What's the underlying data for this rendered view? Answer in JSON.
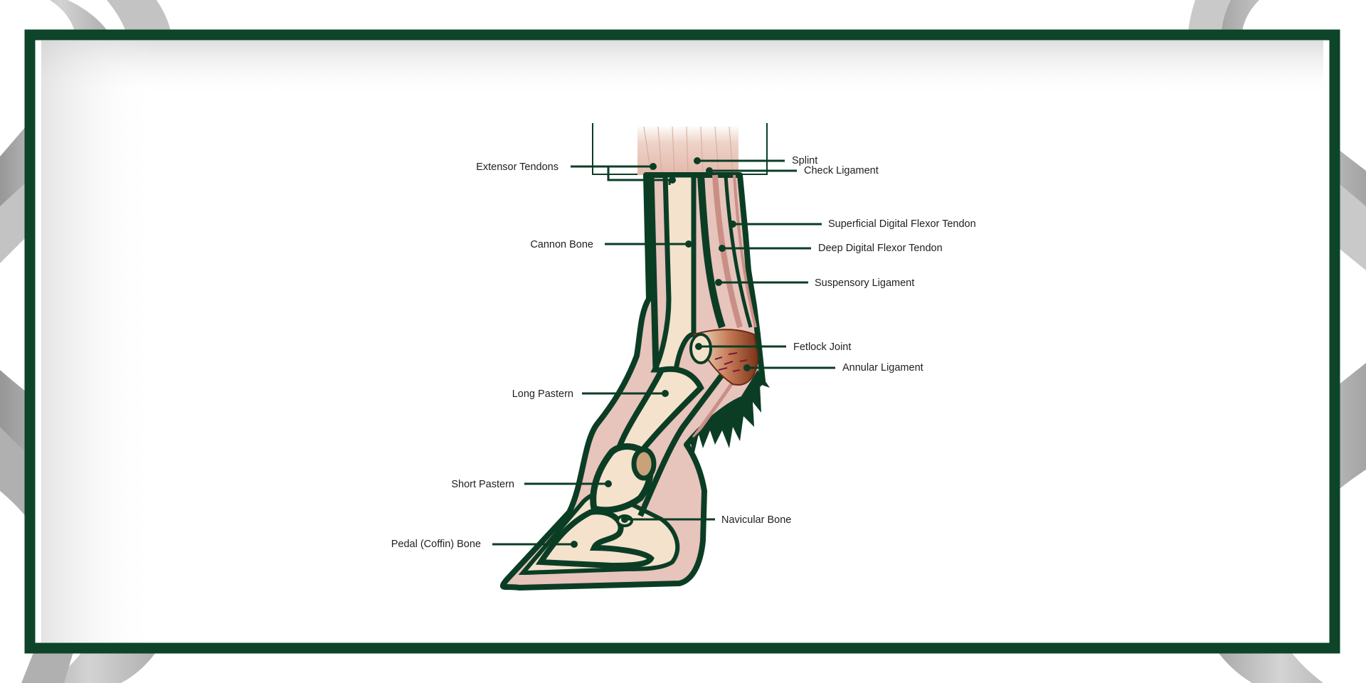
{
  "diagram": {
    "labels": {
      "extensor_tendons": "Extensor Tendons",
      "splint": "Splint",
      "check_ligament": "Check Ligament",
      "superficial_digital_flexor_tendon": "Superficial Digital Flexor Tendon",
      "deep_digital_flexor_tendon": "Deep Digital Flexor Tendon",
      "cannon_bone": "Cannon Bone",
      "suspensory_ligament": "Suspensory Ligament",
      "fetlock_joint": "Fetlock Joint",
      "annular_ligament": "Annular Ligament",
      "long_pastern": "Long Pastern",
      "short_pastern": "Short Pastern",
      "navicular_bone": "Navicular Bone",
      "pedal_coffin_bone": "Pedal (Coffin) Bone"
    }
  },
  "colors": {
    "frame": "#0e4429",
    "dark_green": "#0b3d25",
    "skin_pink": "#e7c4bc",
    "bone_cream": "#f4e2cc",
    "fetlock_brown": "#a0472c",
    "ribbon_gray": "#b9b9b9"
  }
}
